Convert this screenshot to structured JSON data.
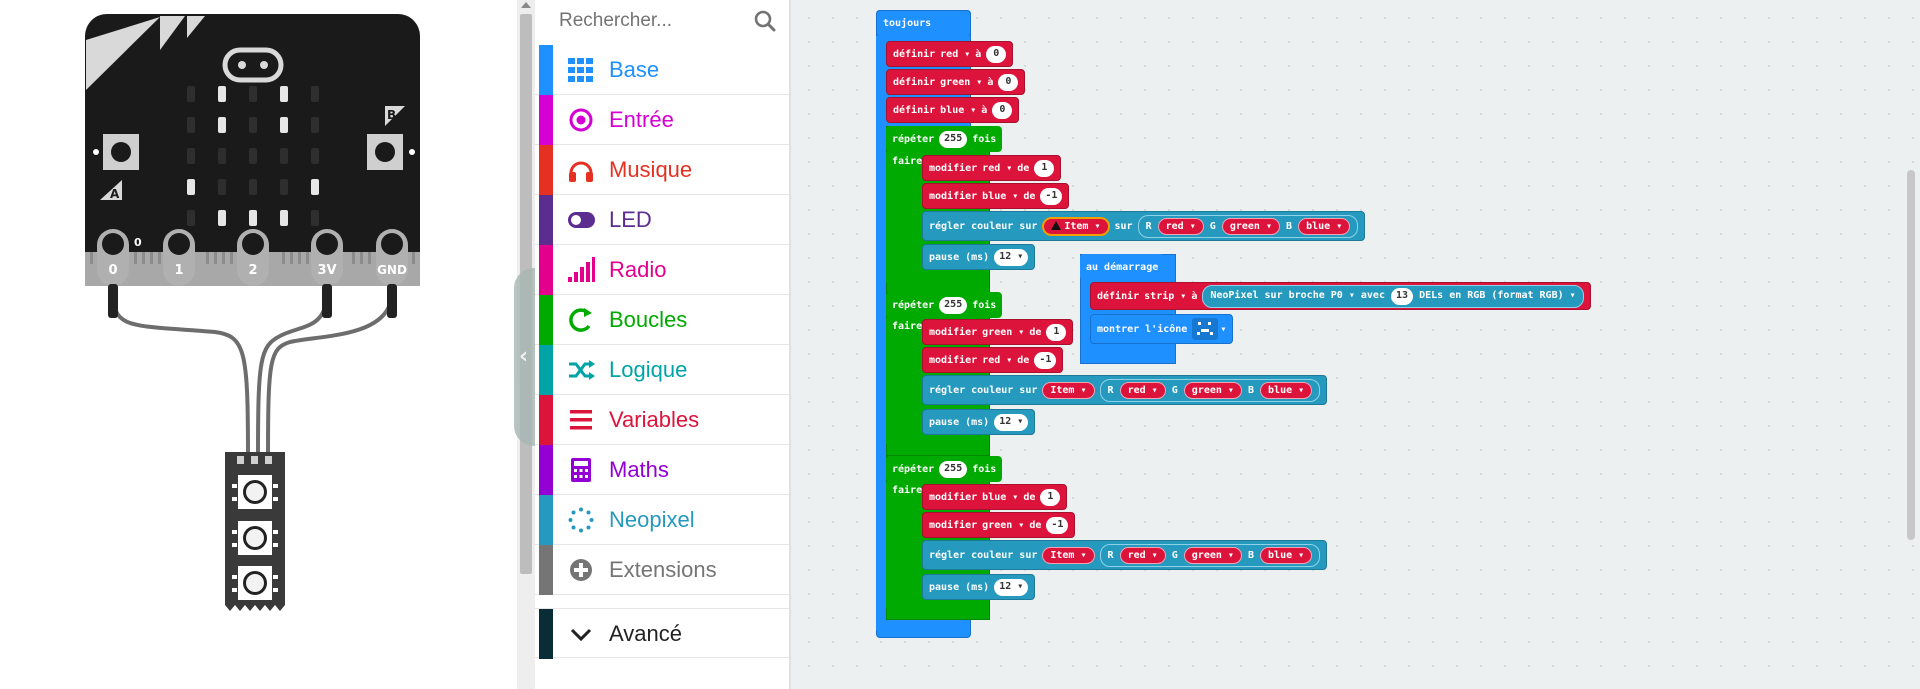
{
  "simulator": {
    "pin_labels": [
      "0",
      "1",
      "2",
      "3V",
      "GND"
    ],
    "button_labels": [
      "A",
      "B"
    ],
    "pin_value": "0",
    "led_matrix": [
      [
        0,
        1,
        0,
        1,
        0
      ],
      [
        0,
        1,
        0,
        1,
        0
      ],
      [
        0,
        0,
        0,
        0,
        0
      ],
      [
        1,
        0,
        0,
        0,
        1
      ],
      [
        0,
        1,
        1,
        1,
        0
      ]
    ]
  },
  "toolbox": {
    "search_placeholder": "Rechercher...",
    "categories": [
      {
        "label": "Base",
        "color": "#1e90ff",
        "icon": "grid-icon"
      },
      {
        "label": "Entrée",
        "color": "#d400d4",
        "icon": "target-icon"
      },
      {
        "label": "Musique",
        "color": "#e63022",
        "icon": "headphones-icon"
      },
      {
        "label": "LED",
        "color": "#5c2d91",
        "icon": "toggle-icon"
      },
      {
        "label": "Radio",
        "color": "#e3008c",
        "icon": "signal-bars-icon"
      },
      {
        "label": "Boucles",
        "color": "#00aa00",
        "icon": "loop-icon"
      },
      {
        "label": "Logique",
        "color": "#00a4a6",
        "icon": "shuffle-icon"
      },
      {
        "label": "Variables",
        "color": "#dc143c",
        "icon": "list-icon"
      },
      {
        "label": "Maths",
        "color": "#9400d3",
        "icon": "calculator-icon"
      },
      {
        "label": "Neopixel",
        "color": "#2699bf",
        "icon": "dotted-circle-icon"
      },
      {
        "label": "Extensions",
        "color": "#757575",
        "icon": "plus-circle-icon"
      }
    ],
    "advanced_label": "Avancé"
  },
  "blocks": {
    "forever": "toujours",
    "on_start": "au démarrage",
    "set": "définir",
    "to": "à",
    "repeat": "répéter",
    "times": "fois",
    "do": "faire",
    "change": "modifier",
    "by": "de",
    "set_color": "régler couleur sur",
    "on": "sur",
    "R": "R",
    "G": "G",
    "B": "B",
    "pause": "pause (ms)",
    "var_red": "red",
    "var_green": "green",
    "var_blue": "blue",
    "var_item": "Item",
    "var_strip": "strip",
    "zero": "0",
    "one": "1",
    "minus_one": "-1",
    "count": "255",
    "pause_val": "12",
    "neopixel_on_pin": "NeoPixel sur broche",
    "pin_p0": "P0",
    "with": "avec",
    "leds_count": "13",
    "leds_in": "DELs en",
    "rgb_format": "RGB (format RGB)",
    "show_icon": "montrer l'icône"
  }
}
